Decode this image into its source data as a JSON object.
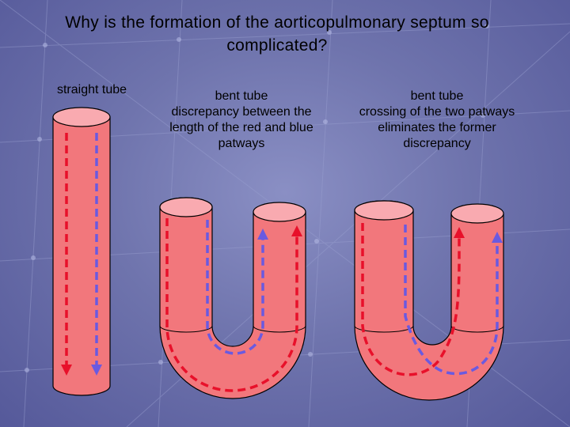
{
  "title": "Why is the formation of the aorticopulmonary septum so complicated?",
  "panels": [
    {
      "heading": "straight tube",
      "description": ""
    },
    {
      "heading": "bent tube",
      "description": "discrepancy between the length of the red and blue patways"
    },
    {
      "heading": "bent tube",
      "description": "crossing of the two patways eliminates the former discrepancy"
    }
  ],
  "colors": {
    "tube_fill": "#f2777c",
    "tube_top": "#f9aab0",
    "outline": "#000000",
    "red_path": "#e8102a",
    "blue_path": "#6a5ae0"
  }
}
